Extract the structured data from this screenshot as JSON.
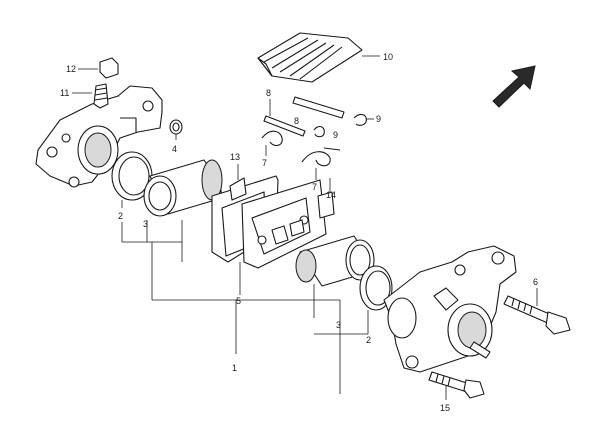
{
  "diagram": {
    "labels": {
      "item_1": "1",
      "item_2_left": "2",
      "item_2_right": "2",
      "item_3_left": "3",
      "item_3_right": "3",
      "item_4": "4",
      "item_5": "5",
      "item_6": "6",
      "item_7_left": "7",
      "item_7_right": "7",
      "item_8_upper": "8",
      "item_8_lower": "8",
      "item_9_left": "9",
      "item_9_right": "9",
      "item_10": "10",
      "item_11": "11",
      "item_12": "12",
      "item_13": "13",
      "item_14": "14",
      "item_15": "15"
    },
    "colors": {
      "line": "#1a1a1a",
      "fill": "#ffffff",
      "shade": "#2a2a2a"
    },
    "icons": [
      "direction-arrow-icon"
    ]
  }
}
